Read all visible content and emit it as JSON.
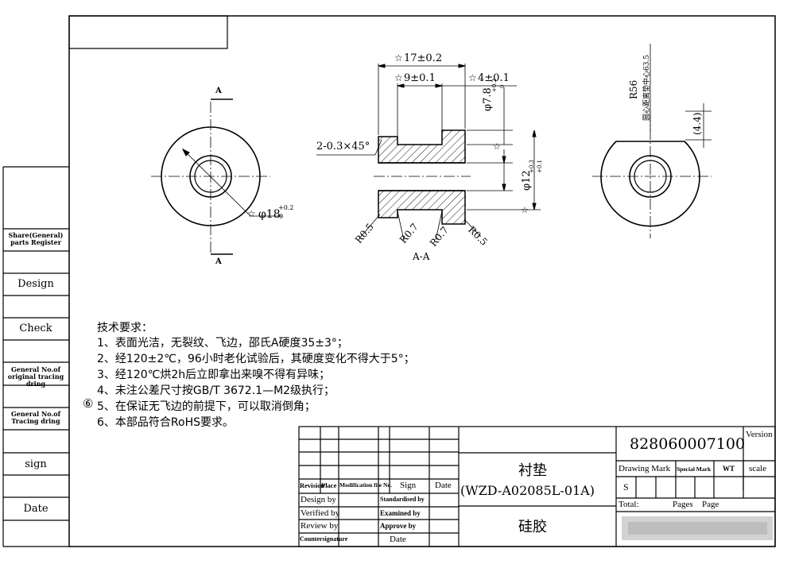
{
  "side_panel": {
    "share_parts": "Share(General) parts Register",
    "design": "Design",
    "check": "Check",
    "general_original": "General No.of original tracing dring",
    "general_tracing": "General No.of Tracing dring",
    "sign": "sign",
    "date": "Date"
  },
  "views": {
    "section_label_top": "A",
    "section_label_bottom": "A",
    "section_view_title": "A-A",
    "dim_outer_dia": "φ18",
    "dim_outer_dia_tol_upper": "+0.2",
    "dim_outer_dia_tol_lower": "0",
    "dim_length": "17±0.2",
    "dim_groove_width": "9±0.1",
    "dim_flange_width": "4±0.1",
    "dim_groove_dia": "φ7.8",
    "dim_groove_dia_tol_upper": "+0.2",
    "dim_groove_dia_tol_lower": "0",
    "dim_bore_dia": "φ12",
    "dim_bore_dia_tol_upper": "+0.3",
    "dim_bore_dia_tol_lower": "+0.1",
    "dim_chamfer": "2-0.3×45°",
    "radius_1": "R0.5",
    "radius_2": "R0.7",
    "radius_3": "R0.7",
    "radius_4": "R0.5",
    "right_radius": "R56",
    "right_note": "圆心距离垫中心63.5",
    "right_dim": "(4.4)",
    "star_symbol": "☆"
  },
  "notes": {
    "heading": "技术要求：",
    "items": [
      "1、表面光洁，无裂纹、飞边，邵氏A硬度35±3°；",
      "2、经120±2℃，96小时老化试验后，其硬度变化不得大于5°；",
      "3、经120℃烘2h后立即拿出来嗅不得有异味；",
      "4、未注公差尺寸按GB/T 3672.1—M2级执行；",
      "5、在保证无飞边的前提下，可以取消倒角；",
      "6、本部品符合RoHS要求。"
    ],
    "revision_mark": "⑥"
  },
  "title_block": {
    "part_number": "828060007100",
    "version_label": "Version",
    "part_name": "衬垫",
    "part_code": "(WZD-A02085L-01A)",
    "material": "硅胶",
    "drawing_mark": "Drawing Mark",
    "special_mark": "Special Mark",
    "wt": "WT",
    "scale": "scale",
    "stage_mark": "S",
    "total": "Total:",
    "pages": "Pages",
    "page": "Page",
    "revision": "Revision",
    "place": "Place",
    "modification": "Modification file No.",
    "sign": "Sign",
    "date": "Date",
    "design_by": "Design by",
    "verified_by": "Verified by",
    "review_by": "Review by",
    "countersignature": "Countersignature",
    "standardised_by": "Standardised by",
    "examined_by": "Examined by",
    "approve_by": "Approve by",
    "date2": "Date"
  }
}
